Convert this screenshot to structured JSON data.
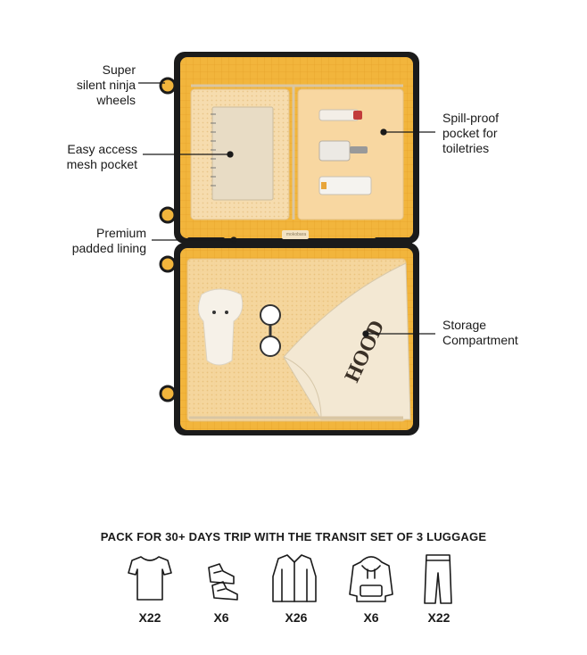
{
  "callouts": {
    "wheels": "Super silent ninja wheels",
    "wheels_lines": [
      "Super",
      "silent ninja",
      "wheels"
    ],
    "mesh_lines": [
      "Easy access",
      "mesh pocket"
    ],
    "lining_lines": [
      "Premium",
      "padded lining"
    ],
    "spill_lines": [
      "Spill-proof",
      "pocket for",
      "toiletries"
    ],
    "storage_lines": [
      "Storage",
      "Compartment"
    ]
  },
  "brand_tag": "mokobara",
  "hoodie_text": "HOOD",
  "pack": {
    "title": "PACK FOR 30+ DAYS TRIP WITH THE TRANSIT SET OF 3 LUGGAGE",
    "items": [
      {
        "icon": "tshirt-icon",
        "count": "X22"
      },
      {
        "icon": "sneakers-icon",
        "count": "X6"
      },
      {
        "icon": "shirt-icon",
        "count": "X26"
      },
      {
        "icon": "hoodie-icon",
        "count": "X6"
      },
      {
        "icon": "trousers-icon",
        "count": "X22"
      }
    ]
  },
  "colors": {
    "lining": "#f2b53c",
    "shell": "#1b1b1b",
    "mesh": "#f6dcae"
  }
}
